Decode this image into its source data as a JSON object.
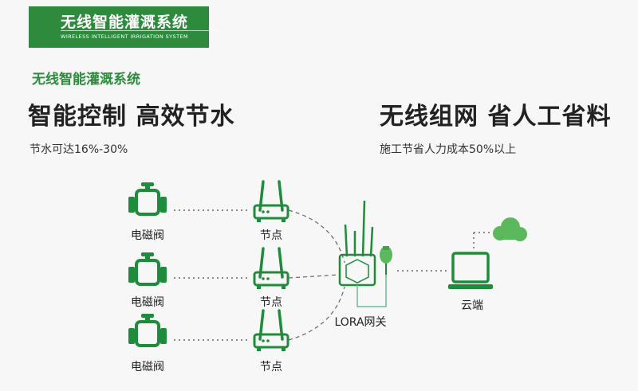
{
  "banner": {
    "title": "无线智能灌溉系统",
    "subtitle_en": "WIRELESS INTELLIGENT IRRIGATION SYSTEM"
  },
  "subtitle": "无线智能灌溉系统",
  "left": {
    "heading": "智能控制 高效节水",
    "detail": "节水可达16%-30%"
  },
  "right": {
    "heading": "无线组网 省人工省料",
    "detail": "施工节省人力成本50%以上"
  },
  "diagram": {
    "valve_label": "电磁阀",
    "node_label": "节点",
    "gateway_label": "LORA网关",
    "cloud_label": "云端"
  },
  "colors": {
    "brand_green": "#2e8b3e",
    "icon_green": "#1e8c3a",
    "cloud_green": "#5cb85c",
    "dotted_gray": "#666666"
  },
  "icons": [
    "solenoid-valve-icon",
    "node-router-icon",
    "lora-gateway-icon",
    "antenna-icon",
    "laptop-icon",
    "cloud-icon"
  ]
}
